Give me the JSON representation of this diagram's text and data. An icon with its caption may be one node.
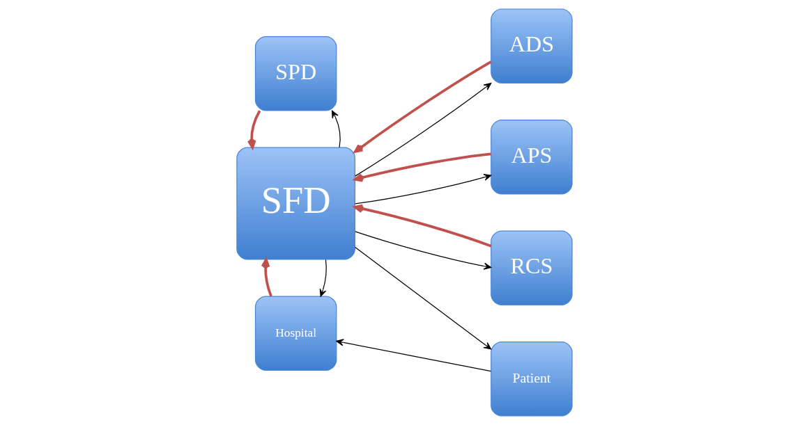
{
  "diagram": {
    "nodes": [
      {
        "text": [
          "Hospital"
        ]
      },
      {
        "text": [
          "APS"
        ]
      },
      {
        "text": [
          "Patient"
        ]
      },
      {
        "text": [
          "SFD"
        ]
      },
      {
        "text": [
          "RCS"
        ]
      },
      {
        "text": [
          "SPD"
        ]
      },
      {
        "text": [
          "ADS"
        ]
      }
    ],
    "edges": [
      {
        "from": 2,
        "to": 0,
        "arrow": "to"
      },
      {
        "from": 3,
        "to": 0,
        "arrow": "to"
      },
      {
        "from": 0,
        "to": 3,
        "arrow": "to",
        "style": "thick",
        "color": "#c0504d"
      },
      {
        "from": 3,
        "to": 2,
        "arrow": "to"
      },
      {
        "from": 1,
        "to": 3,
        "arrow": "to",
        "style": "thick",
        "color": "#c0504d"
      },
      {
        "from": 3,
        "to": 1,
        "arrow": "to"
      },
      {
        "from": 4,
        "to": 3,
        "arrow": "to",
        "style": "thick",
        "color": "#c0504d"
      },
      {
        "from": 3,
        "to": 4,
        "arrow": "to"
      },
      {
        "from": 3,
        "to": 6,
        "arrow": "to"
      },
      {
        "from": 6,
        "to": 3,
        "arrow": "to",
        "style": "thick",
        "color": "#c0504d"
      },
      {
        "from": 3,
        "to": 5,
        "arrow": "to"
      },
      {
        "from": 5,
        "to": 3,
        "arrow": "to",
        "style": "thick",
        "color": "#c0504d"
      }
    ]
  }
}
